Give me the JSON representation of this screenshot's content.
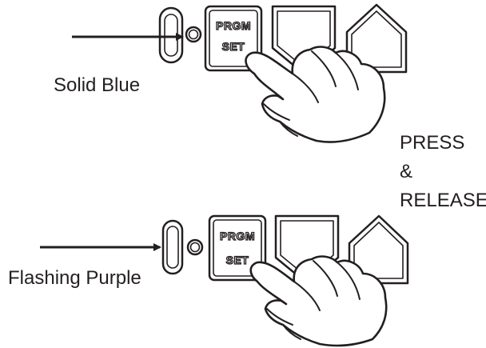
{
  "panels": [
    {
      "state_label": "Solid Blue",
      "key": {
        "line1": "PRGM",
        "line2": "SET"
      }
    },
    {
      "state_label": "Flashing Purple",
      "key": {
        "line1": "PRGM",
        "line2": "SET"
      }
    }
  ],
  "instruction": {
    "line1": "PRESS",
    "line2": "&",
    "line3": "RELEASE"
  },
  "colors": {
    "ink": "#231f20",
    "background": "#ffffff"
  }
}
